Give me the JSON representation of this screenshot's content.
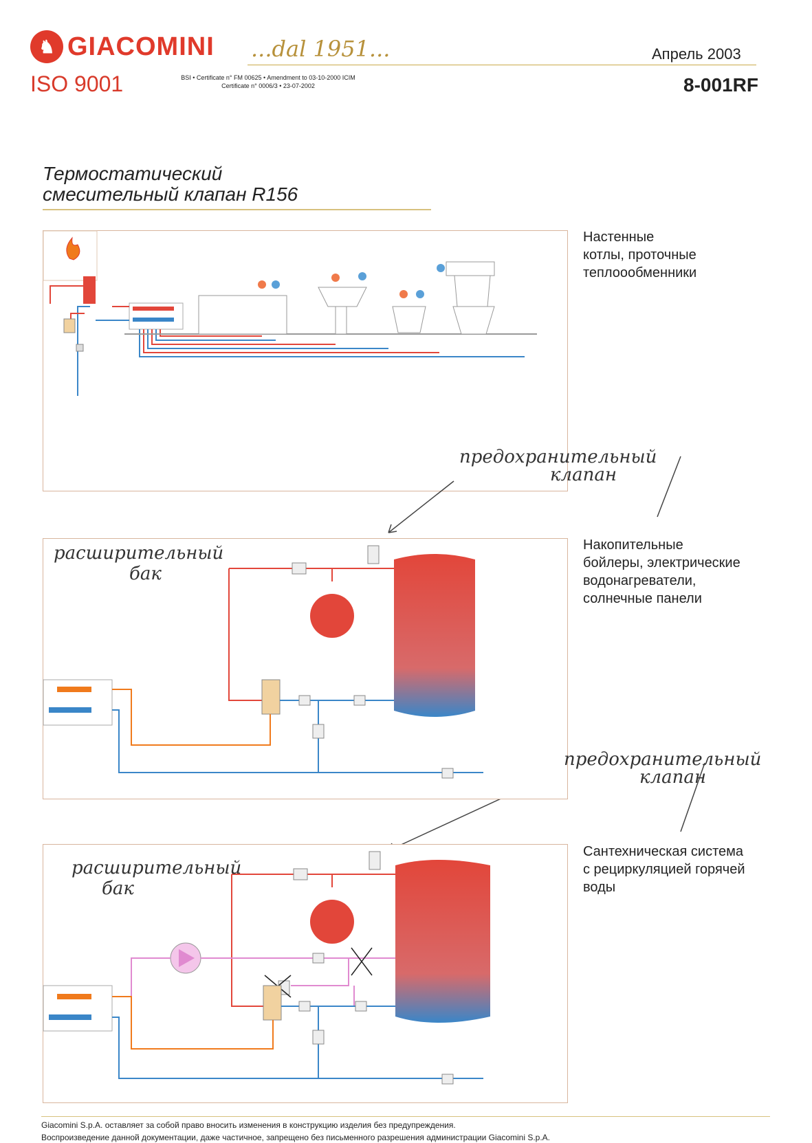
{
  "header": {
    "logo_icon": "giacomini-logo-icon",
    "brand": "GIACOMINI",
    "since": "...dal 1951...",
    "iso": "ISO 9001",
    "cert_line1": "BSI • Certificate n° FM 00625 • Amendment to 03-10-2000 ICIM",
    "cert_line2": "Certificate n° 0006/3 • 23-07-2002",
    "date": "Апрель 2003",
    "code": "8-001RF"
  },
  "title": {
    "line1": "Термостатический",
    "line2": "смесительный клапан R156"
  },
  "sections": [
    {
      "desc": [
        "Настенные",
        "котлы, проточные",
        "теплоообменники"
      ]
    },
    {
      "desc": [
        "Накопительные",
        "бойлеры, электрические",
        "водонагреватели,",
        "солнечные панели"
      ]
    },
    {
      "desc": [
        "Сантехническая система",
        "с рециркуляцией горячей",
        "воды"
      ]
    }
  ],
  "annotations": {
    "safety_valve_1": [
      "предохранительный",
      "клапан"
    ],
    "expansion_tank_1": [
      "расширительный",
      "бак"
    ],
    "safety_valve_2": [
      "предохранительный",
      "клапан"
    ],
    "expansion_tank_2": [
      "расширительный",
      "бак"
    ]
  },
  "colors": {
    "hot": "#e2463a",
    "cold": "#3a86c8",
    "recirc": "#e08ad0",
    "frame": "#d8b59d"
  },
  "footer": {
    "line1": "Giacomini S.p.A. оставляет за собой право вносить изменения в конструкцию изделия  без предупреждения.",
    "line2": "Воспроизведение данной документации, даже частичное, запрещено без письменного разрешения администрации Giacomini S.p.A."
  }
}
